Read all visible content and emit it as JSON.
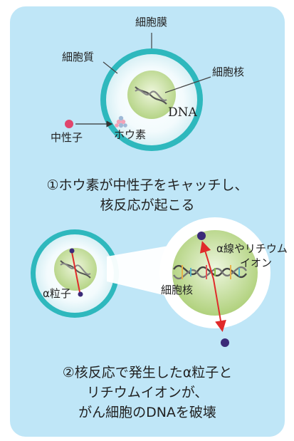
{
  "labels": {
    "cell_membrane": "細胞膜",
    "cytoplasm": "細胞質",
    "nucleus_top": "細胞核",
    "dna": "DNA",
    "neutron": "中性子",
    "boron": "ホウ素",
    "alpha_particle": "α粒子",
    "nucleus_bottom": "細胞核",
    "alpha_lithium_line1": "α線やリチウム",
    "alpha_lithium_line2": "イオン"
  },
  "captions": {
    "step1_line1": "①ホウ素が中性子をキャッチし、",
    "step1_line2": "核反応が起こる",
    "step2_line1": "②核反応で発生したα粒子と",
    "step2_line2": "リチウムイオンが、",
    "step2_line3": "がん細胞のDNAを破壊"
  },
  "colors": {
    "background_panel": "#bfe6f7",
    "cell_ring": "#2eb8bd",
    "cytoplasm": "#ffffff",
    "nucleus": "#b9d98e",
    "neutron": "#e0456c",
    "particle": "#3b2a78",
    "arrow_red": "#e02a2a"
  }
}
